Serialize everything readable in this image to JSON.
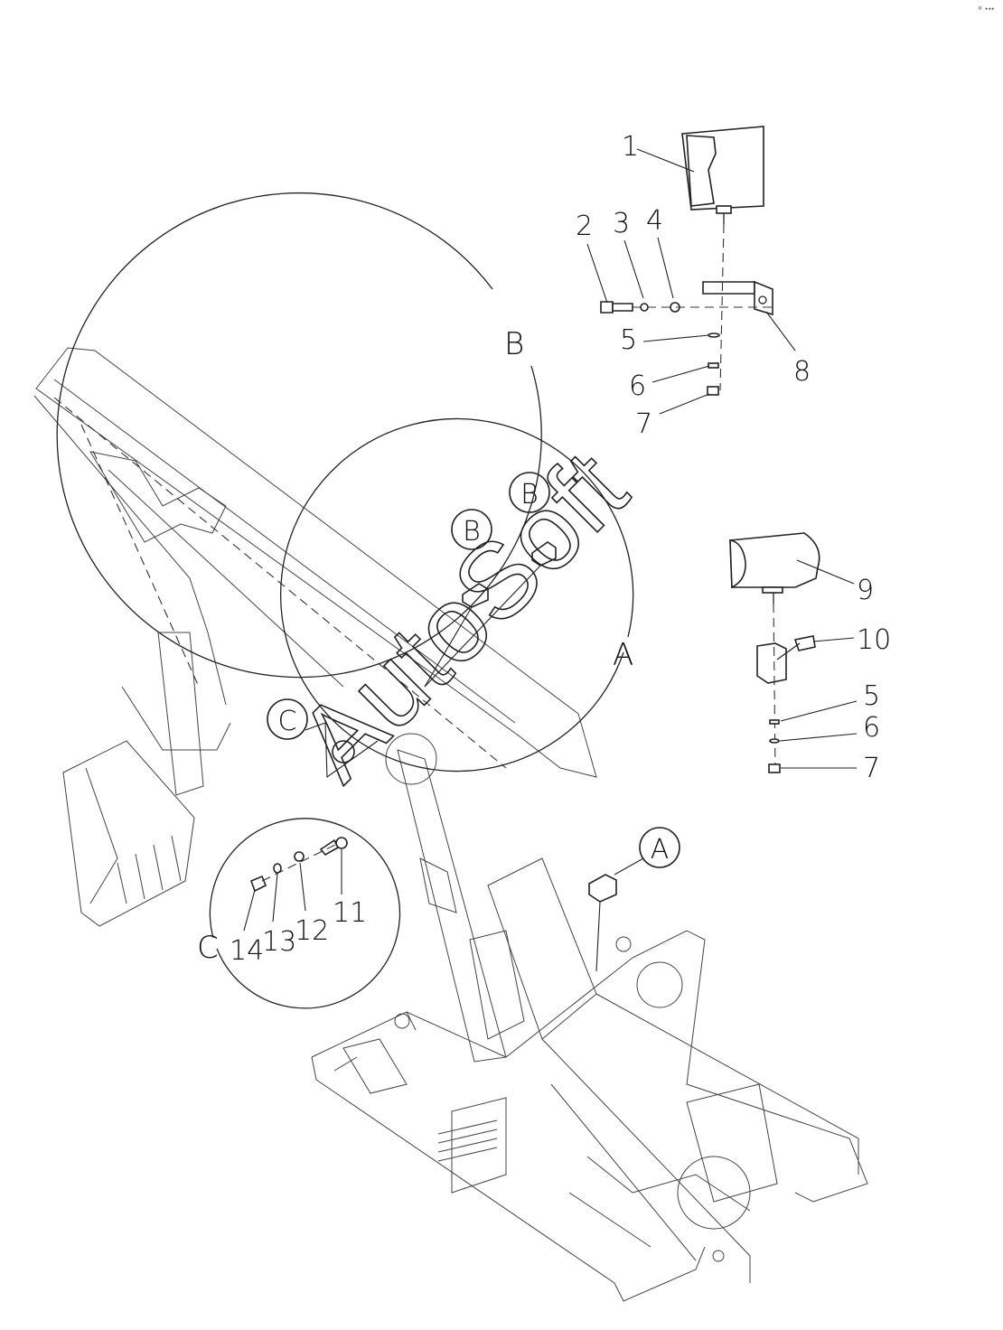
{
  "callouts": {
    "n1": "1",
    "n2": "2",
    "n3": "3",
    "n4": "4",
    "n5": "5",
    "n6": "6",
    "n7": "7",
    "n8": "8",
    "n9": "9",
    "n10": "10",
    "n11": "11",
    "n12": "12",
    "n13": "13",
    "n14": "14",
    "n5b": "5",
    "n6b": "6",
    "n7b": "7"
  },
  "detail_views": {
    "b_label": "B",
    "a_label": "A",
    "c_label": "C"
  },
  "markers": {
    "b1": "B",
    "b2": "B",
    "a": "A",
    "c": "C"
  },
  "watermark": "AutoSoft",
  "corner_mark": "⸰ ˖˖˖"
}
